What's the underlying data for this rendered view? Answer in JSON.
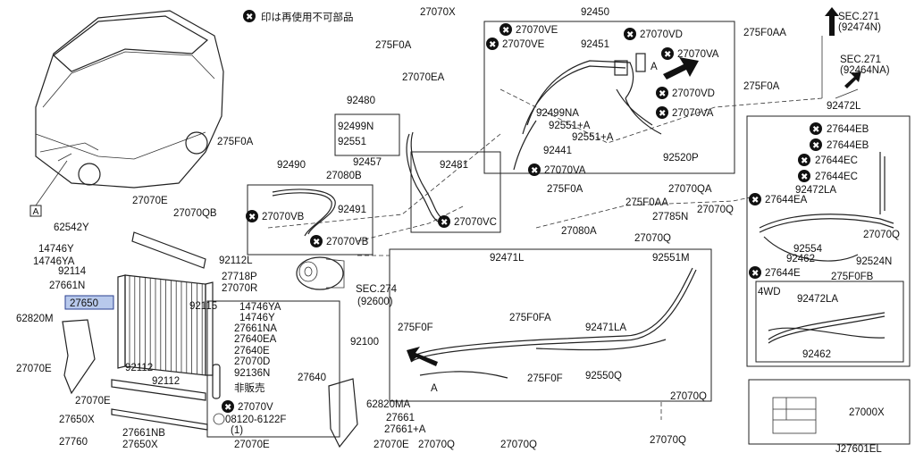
{
  "legend": {
    "mark": "✖",
    "text": "印は再使用不可部品"
  },
  "figure_id": "J27601EL",
  "view_marker": "A",
  "labels": {
    "l27070x": "27070X",
    "l92450": "92450",
    "lsec271a": "SEC.271",
    "lsec271a2": "(92474N)",
    "l275f0a_1": "275F0A",
    "l27070ve_1": "27070VE",
    "l27070vd_1": "27070VD",
    "l275f0aa_1": "275F0AA",
    "l27070ve_2": "27070VE",
    "l92451": "92451",
    "l27070va_1": "27070VA",
    "lsec271b": "SEC.271",
    "lsec271b2": "(92464NA)",
    "l27070ea": "27070EA",
    "l92480": "92480",
    "l92499na": "92499NA",
    "l27070vd_2": "27070VD",
    "l275f0a_2": "275F0A",
    "l27070va_2": "27070VA",
    "l92499n": "92499N",
    "l92551a_1": "92551+A",
    "l92551a_2": "92551+A",
    "l92472l": "92472L",
    "l92551": "92551",
    "l92441": "92441",
    "l27644eb_1": "27644EB",
    "l27644eb_2": "27644EB",
    "l275f0a_3": "275F0A",
    "l92490": "92490",
    "l92457": "92457",
    "l92481": "92481",
    "l92520p": "92520P",
    "l27644ec_1": "27644EC",
    "l27644ec_2": "27644EC",
    "l27080b": "27080B",
    "l27070va_3": "27070VA",
    "l275f0a_4": "275F0A",
    "l275f0aa_2": "275F0AA",
    "l27070qa": "27070QA",
    "l92472la_1": "92472LA",
    "l27070e_1": "27070E",
    "l27644ea": "27644EA",
    "l27070qb": "27070QB",
    "l27070vb_1": "27070VB",
    "l92491": "92491",
    "l27070vc": "27070VC",
    "l27785n": "27785N",
    "l27070q_1": "27070Q",
    "l62542y": "62542Y",
    "l27080a": "27080A",
    "l27070q_2": "27070Q",
    "l27070vb_2": "27070VB",
    "l92554": "92554",
    "l27070q_3": "27070Q",
    "l14746y": "14746Y",
    "l14746ya_1": "14746YA",
    "l92112l": "92112L",
    "l92471l": "92471L",
    "l92551m": "92551M",
    "l92462_1": "92462",
    "l92524n": "92524N",
    "l92114": "92114",
    "l27718p": "27718P",
    "l27644e": "27644E",
    "l275f0fb": "275F0FB",
    "l27661n": "27661N",
    "l27070r": "27070R",
    "lsec274": "SEC.274",
    "lsec274b": "(92600)",
    "l27650": "27650",
    "l4wd": "4WD",
    "l92472la_2": "92472LA",
    "l92115": "92115",
    "l14746ya_2": "14746YA",
    "l62820m": "62820M",
    "l14746y_2": "14746Y",
    "l27661na": "27661NA",
    "l27640ea": "27640EA",
    "l275f0fa": "275F0FA",
    "l275f0f_1": "275F0F",
    "l92471la": "92471LA",
    "l27640e": "27640E",
    "l92100": "92100",
    "l27070d": "27070D",
    "l92462_2": "92462",
    "l27070e_2": "27070E",
    "l92112_1": "92112",
    "l92136n": "92136N",
    "l27640": "27640",
    "l92550q": "92550Q",
    "l92112_2": "92112",
    "l275f0f_2": "275F0F",
    "l_hanbai": "非販売",
    "l27070e_3": "27070E",
    "l27070v": "27070V",
    "l62820ma": "62820MA",
    "l27070q_4": "27070Q",
    "l27650x_1": "27650X",
    "l08120": "08120-6122F",
    "l08120b": "(1)",
    "l27661": "27661",
    "l27000x": "27000X",
    "l27661nb": "27661NB",
    "l27661a": "27661+A",
    "l27760": "27760",
    "l27650x_2": "27650X",
    "l27070e_4": "27070E",
    "l27070e_5": "27070E",
    "l27070q_5": "27070Q",
    "l27070q_6": "27070Q",
    "l27070q_7": "27070Q",
    "arrow_a1": "A",
    "arrow_a2": "A",
    "box_a": "A"
  }
}
